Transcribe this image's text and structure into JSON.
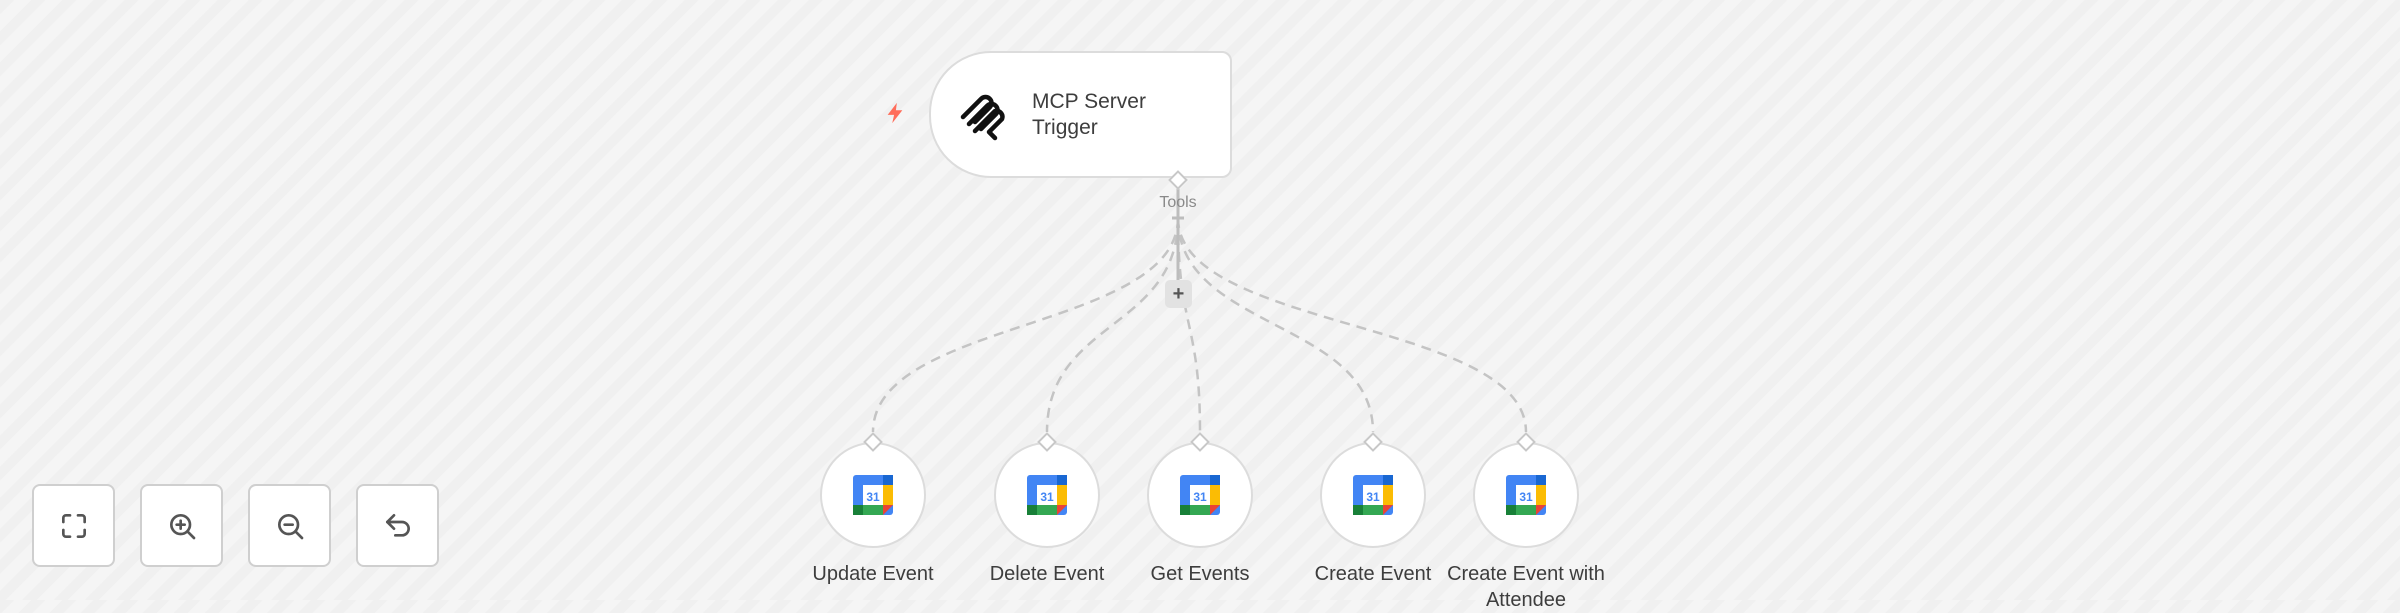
{
  "trigger_node": {
    "label": "MCP Server Trigger",
    "icon": "mcp-icon",
    "trigger_indicator_icon": "lightning-bolt-icon",
    "trigger_indicator_color": "#ff6d5a",
    "output_label": "Tools"
  },
  "add_tool_button": {
    "label": "+"
  },
  "tool_nodes": [
    {
      "label": "Update Event",
      "icon": "google-calendar-icon"
    },
    {
      "label": "Delete Event",
      "icon": "google-calendar-icon"
    },
    {
      "label": "Get Events",
      "icon": "google-calendar-icon"
    },
    {
      "label": "Create Event",
      "icon": "google-calendar-icon"
    },
    {
      "label": "Create Event with Attendee",
      "icon": "google-calendar-icon"
    }
  ],
  "calendar_icon_text": "31",
  "controls": [
    {
      "name": "fit-view",
      "icon": "fit-view-icon"
    },
    {
      "name": "zoom-in",
      "icon": "zoom-in-icon"
    },
    {
      "name": "zoom-out",
      "icon": "zoom-out-icon"
    },
    {
      "name": "reset-zoom",
      "icon": "undo-icon"
    }
  ],
  "colors": {
    "canvas_bg": "#f5f5f5",
    "edge": "#c4c4c4",
    "node_border": "#dcdcdc",
    "accent": "#ff6d5a"
  }
}
